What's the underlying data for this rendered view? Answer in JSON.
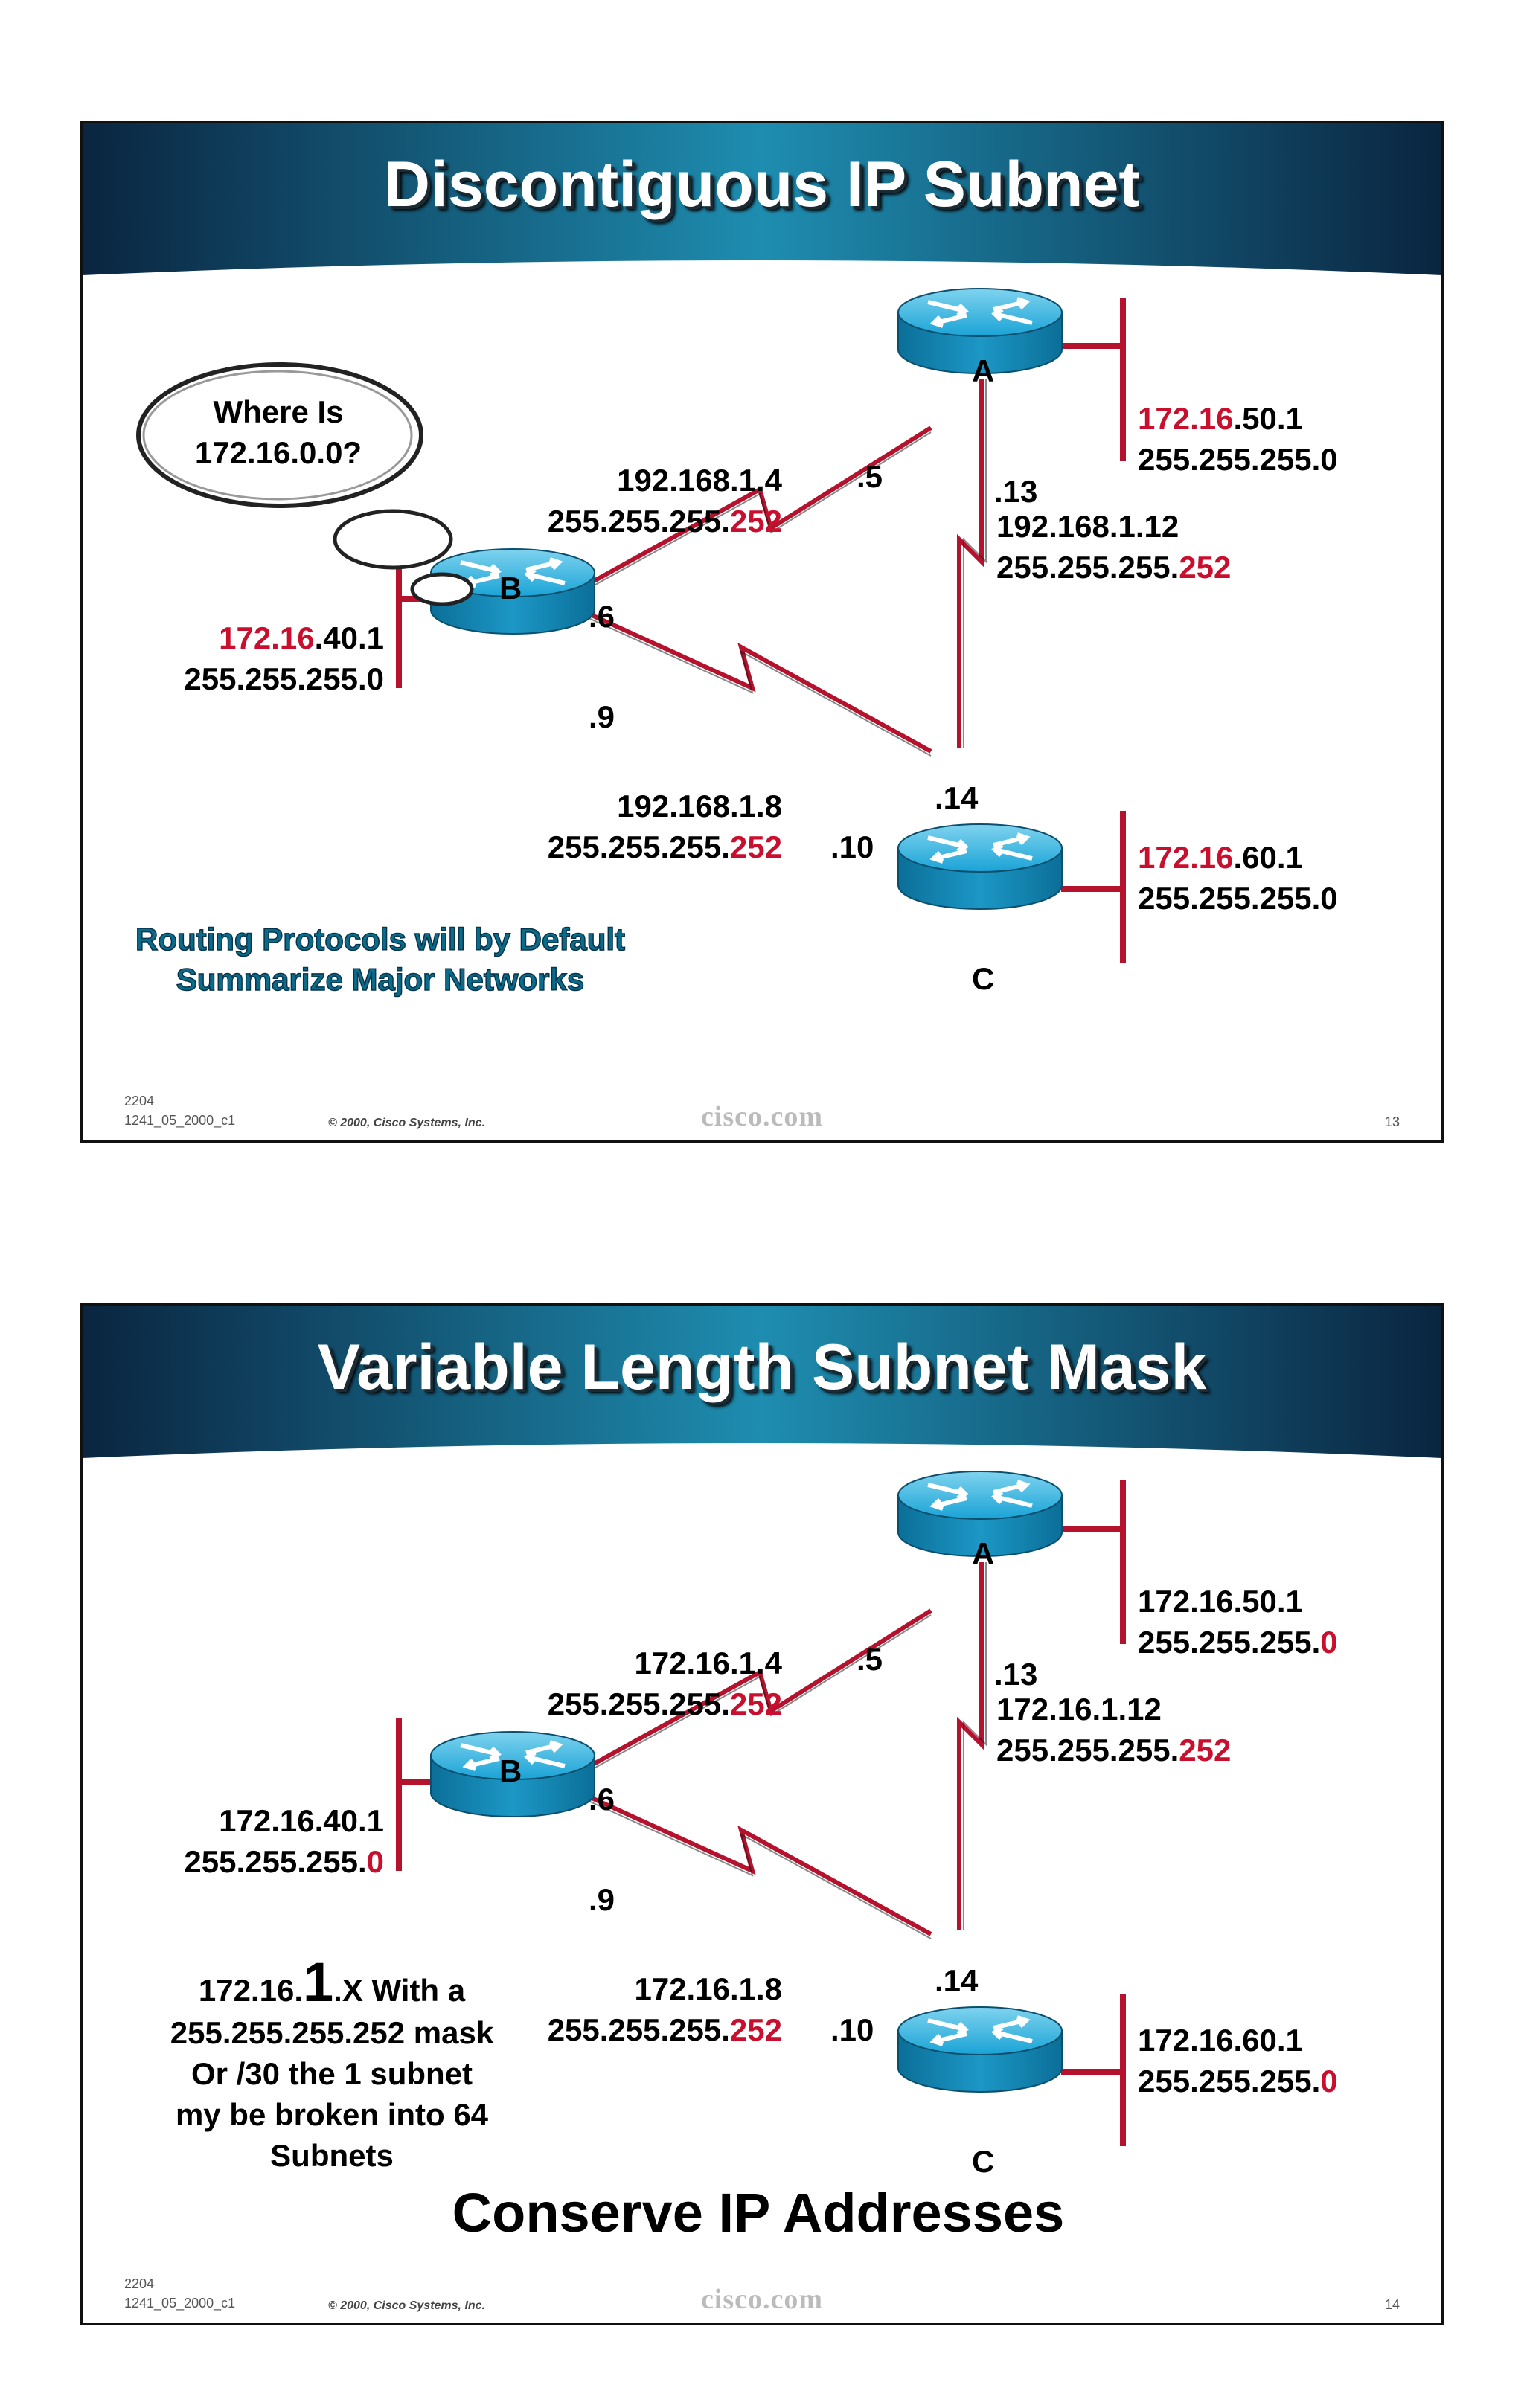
{
  "slides": [
    {
      "title": "Discontiguous IP Subnet",
      "thought": {
        "line1": "Where Is",
        "line2": "172.16.0.0?"
      },
      "routers": {
        "a": "A",
        "b": "B",
        "c": "C"
      },
      "lan_a": {
        "ip_red": "172.16",
        "ip_black": ".50.1",
        "mask_black": "255.255.255.0",
        "mask_red": ""
      },
      "lan_b": {
        "ip_red": "172.16",
        "ip_black": ".40.1",
        "mask_black": "255.255.255.0",
        "mask_red": ""
      },
      "lan_c": {
        "ip_red": "172.16",
        "ip_black": ".60.1",
        "mask_black": "255.255.255.0",
        "mask_red": ""
      },
      "link_ab": {
        "ip": "192.168.1.4",
        "mask_black": "255.255.255.",
        "mask_red": "252",
        "a_end": ".5",
        "b_end": ".6"
      },
      "link_ac": {
        "ip": "192.168.1.12",
        "mask_black": "255.255.255.",
        "mask_red": "252",
        "a_end": ".13",
        "c_end": ".14"
      },
      "link_bc": {
        "ip": "192.168.1.8",
        "mask_black": "255.255.255.",
        "mask_red": "252",
        "b_end": ".9",
        "c_end": ".10"
      },
      "note": {
        "line1": "Routing Protocols will by Default",
        "line2": "Summarize Major Networks"
      },
      "footer": {
        "code1": "2204",
        "code2": "1241_05_2000_c1",
        "copyright": "© 2000, Cisco Systems, Inc.",
        "brand": "cisco.com",
        "page": "13"
      }
    },
    {
      "title": "Variable Length Subnet Mask",
      "routers": {
        "a": "A",
        "b": "B",
        "c": "C"
      },
      "lan_a": {
        "ip_red": "",
        "ip_black": "172.16.50.1",
        "mask_black": "255.255.255.",
        "mask_red": "0"
      },
      "lan_b": {
        "ip_red": "",
        "ip_black": "172.16.40.1",
        "mask_black": "255.255.255.",
        "mask_red": "0"
      },
      "lan_c": {
        "ip_red": "",
        "ip_black": "172.16.60.1",
        "mask_black": "255.255.255.",
        "mask_red": "0"
      },
      "link_ab": {
        "ip": "172.16.1.4",
        "mask_black": "255.255.255.",
        "mask_red": "252",
        "a_end": ".5",
        "b_end": ".6"
      },
      "link_ac": {
        "ip": "172.16.1.12",
        "mask_black": "255.255.255.",
        "mask_red": "252",
        "a_end": ".13",
        "c_end": ".14"
      },
      "link_bc": {
        "ip": "172.16.1.8",
        "mask_black": "255.255.255.",
        "mask_red": "252",
        "b_end": ".9",
        "c_end": ".10"
      },
      "vlsm_note": {
        "prefix": "172.16.",
        "big": "1",
        "suffix": ".X  With a",
        "line2": "255.255.255.252 mask",
        "line3": "Or /30  the 1 subnet",
        "line4": "my be broken into 64",
        "line5": "Subnets"
      },
      "conserve": "Conserve IP Addresses",
      "footer": {
        "code1": "2204",
        "code2": "1241_05_2000_c1",
        "copyright": "© 2000, Cisco Systems, Inc.",
        "brand": "cisco.com",
        "page": "14"
      }
    }
  ],
  "colors": {
    "accent_red": "#c8102e",
    "banner_dark": "#0b2a45",
    "banner_light": "#1f8fb0",
    "router_blue": "#1aa3d6",
    "link_red": "#b5122e"
  },
  "icons": {
    "router": "router-icon",
    "serial_link": "serial-link-icon",
    "lan": "lan-segment-icon"
  }
}
